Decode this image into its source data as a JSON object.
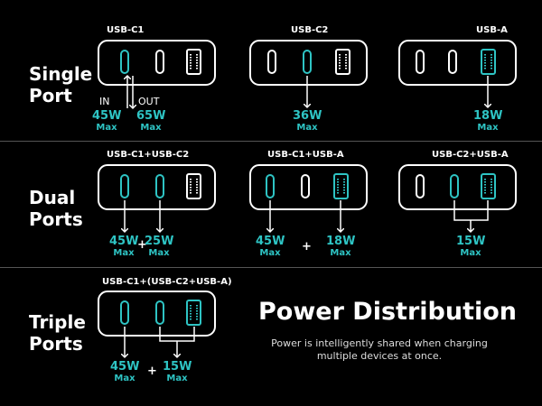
{
  "colors": {
    "accent": "#2ec4c4",
    "background": "#000000",
    "foreground": "#ffffff"
  },
  "rows": {
    "single": {
      "label": [
        "Single",
        "Port"
      ],
      "groups": [
        {
          "ports": "USB-C1",
          "in": "IN",
          "out": "OUT",
          "in_watt": "45W",
          "in_max": "Max",
          "out_watt": "65W",
          "out_max": "Max"
        },
        {
          "ports": "USB-C2",
          "watt": "36W",
          "max": "Max"
        },
        {
          "ports": "USB-A",
          "watt": "18W",
          "max": "Max"
        }
      ]
    },
    "dual": {
      "label": [
        "Dual",
        "Ports"
      ],
      "groups": [
        {
          "ports": "USB-C1+USB-C2",
          "watt1": "45W",
          "max1": "Max",
          "watt2": "25W",
          "max2": "Max",
          "plus": "+"
        },
        {
          "ports": "USB-C1+USB-A",
          "watt1": "45W",
          "max1": "Max",
          "watt2": "18W",
          "max2": "Max",
          "plus": "+"
        },
        {
          "ports": "USB-C2+USB-A",
          "watt": "15W",
          "max": "Max"
        }
      ]
    },
    "triple": {
      "label": [
        "Triple",
        "Ports"
      ],
      "groups": [
        {
          "ports": "USB-C1+(USB-C2+USB-A)",
          "watt1": "45W",
          "max1": "Max",
          "watt2": "15W",
          "max2": "Max",
          "plus": "+"
        }
      ]
    }
  },
  "heading": {
    "title": "Power Distribution",
    "subtitle": [
      "Power is intelligently shared when charging",
      "multiple devices at once."
    ]
  }
}
